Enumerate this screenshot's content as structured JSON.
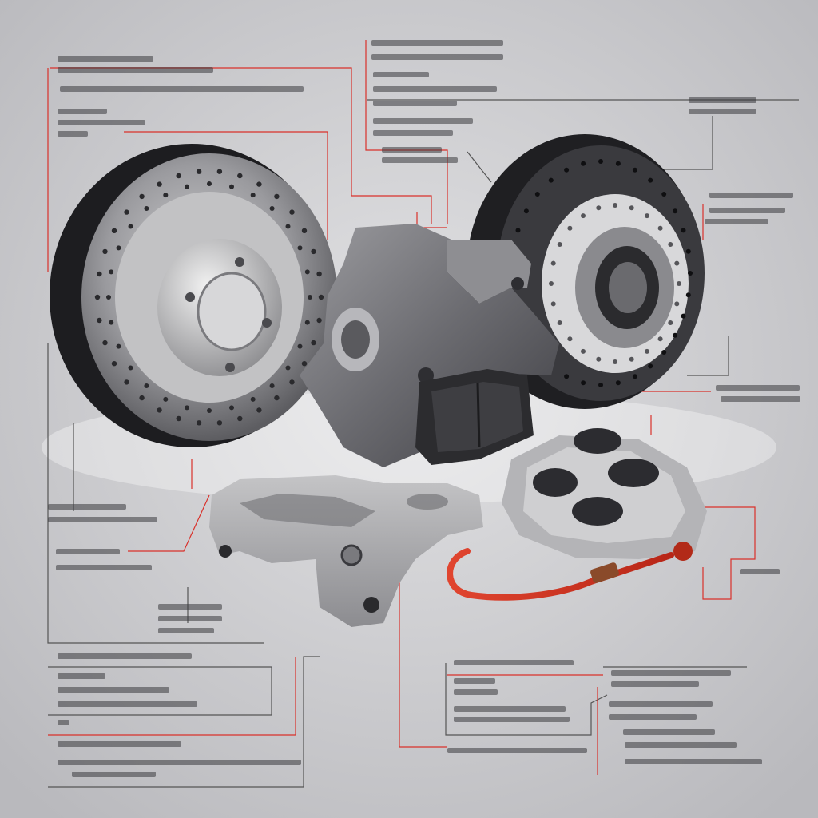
{
  "figure": {
    "background": "#c9c9cc",
    "accent": "#d9312b",
    "label_text": "",
    "components": [
      {
        "name": "drilled-brake-rotor-front"
      },
      {
        "name": "drilled-brake-rotor-rear"
      },
      {
        "name": "brake-caliper-body"
      },
      {
        "name": "brake-pad"
      },
      {
        "name": "caliper-bracket"
      },
      {
        "name": "caliper-pistons"
      },
      {
        "name": "brake-hose"
      }
    ]
  }
}
